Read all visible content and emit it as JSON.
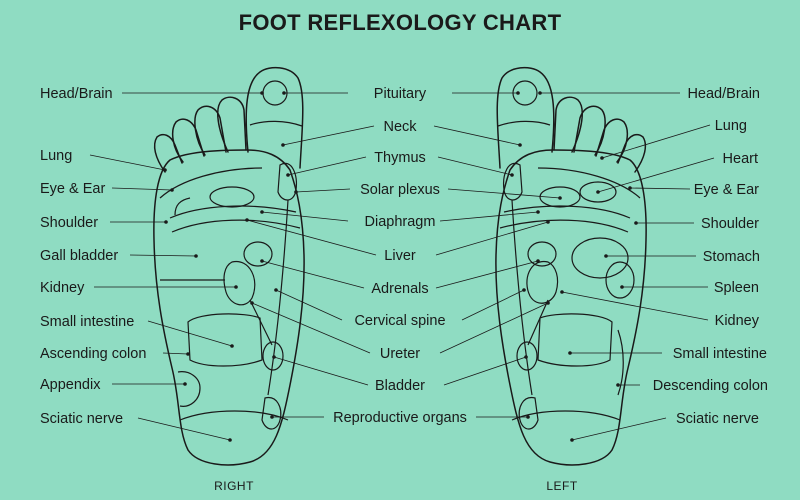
{
  "title": "FOOT REFLEXOLOGY CHART",
  "feet": {
    "right_caption": "RIGHT",
    "left_caption": "LEFT"
  },
  "labels": {
    "right_side": [
      "Head/Brain",
      "Lung",
      "Eye & Ear",
      "Shoulder",
      "Gall bladder",
      "Kidney",
      "Small intestine",
      "Ascending colon",
      "Appendix",
      "Sciatic nerve"
    ],
    "center": [
      "Pituitary",
      "Neck",
      "Thymus",
      "Solar plexus",
      "Diaphragm",
      "Liver",
      "Adrenals",
      "Cervical spine",
      "Ureter",
      "Bladder",
      "Reproductive organs"
    ],
    "left_side": [
      "Head/Brain",
      "Lung",
      "Heart",
      "Eye & Ear",
      "Shoulder",
      "Stomach",
      "Spleen",
      "Kidney",
      "Small intestine",
      "Descending colon",
      "Sciatic nerve"
    ]
  }
}
